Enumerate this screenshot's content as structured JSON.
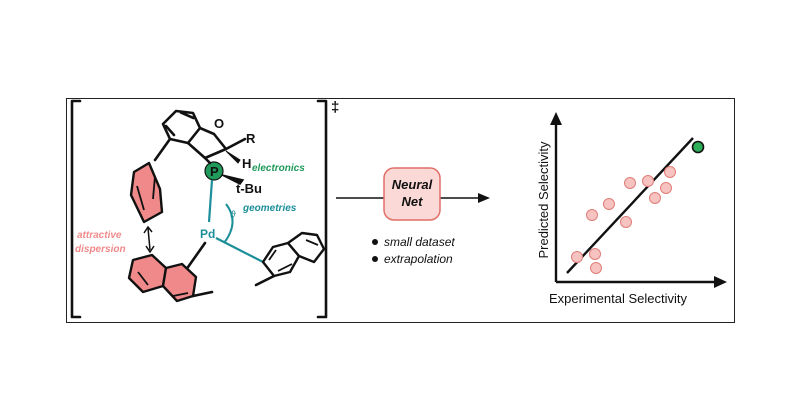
{
  "ts_symbol": "‡",
  "atoms": {
    "o": "O",
    "r": "R",
    "h": "H",
    "tbu": "t-Bu",
    "p": "P",
    "pd": "Pd",
    "theta": "ϑ"
  },
  "labels": {
    "electronics": "electronics",
    "geometries": "geometries",
    "attractive": "attractive",
    "dispersion": "dispersion"
  },
  "model": {
    "line1": "Neural",
    "line2": "Net"
  },
  "bullets": [
    "small dataset",
    "extrapolation"
  ],
  "plot": {
    "xlabel": "Experimental Selectivity",
    "ylabel": "Predicted Selectivity"
  },
  "colors": {
    "pink": "#f08a8a",
    "pink_fill": "#f6c3c0",
    "green": "#1f9a5a",
    "teal": "#1d8f9a",
    "ink": "#111111"
  }
}
